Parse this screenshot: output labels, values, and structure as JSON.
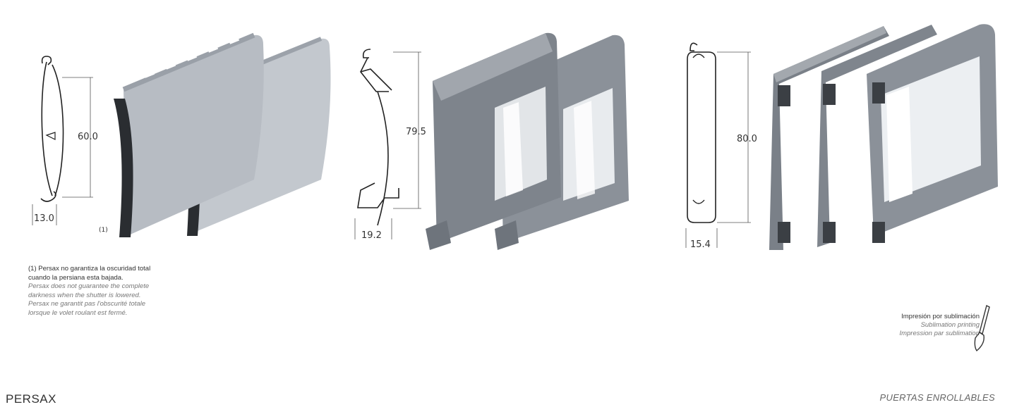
{
  "profiles": [
    {
      "height": "60.0",
      "width": "13.0",
      "footnote_ref": "(1)"
    },
    {
      "height": "79.5",
      "width": "19.2"
    },
    {
      "height": "80.0",
      "width": "15.4"
    }
  ],
  "footnote": {
    "es_line1": "(1) Persax no garantiza la oscuridad total",
    "es_line2": "cuando la persiana esta bajada.",
    "en_line1": "Persax does not guarantee the complete",
    "en_line2": "darkness when the shutter is lowered.",
    "fr_line1": "Persax ne garantit pas l'obscurité totale",
    "fr_line2": "lorsque le volet roulant est fermé."
  },
  "sublimation": {
    "es": "Impresión por sublimación",
    "en": "Sublimation printing",
    "fr": "Impression par sublimation"
  },
  "brand": "PERSAX",
  "footer_title": "PUERTAS ENROLLABLES",
  "colors": {
    "light_slat": "#b9bec5",
    "dark_slat": "#878d96",
    "profile_stroke": "#222222"
  }
}
